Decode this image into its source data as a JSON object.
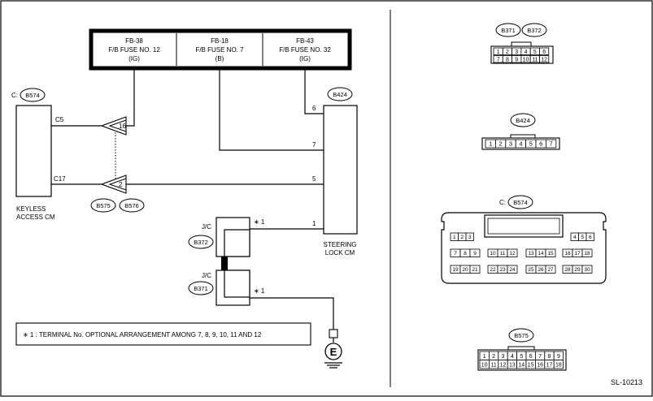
{
  "fuse_box": [
    {
      "id": "FB-38",
      "name": "F/B FUSE NO. 12",
      "type": "(IG)"
    },
    {
      "id": "FB-18",
      "name": "F/B FUSE NO. 7",
      "type": "(B)"
    },
    {
      "id": "FB-43",
      "name": "F/B FUSE NO. 32",
      "type": "(IG)"
    }
  ],
  "keyless": {
    "prefix": "C:",
    "connector": "B574",
    "label_line1": "KEYLESS",
    "label_line2": "ACCESS CM",
    "pin_c5": "C5",
    "pin_c17": "C17"
  },
  "junction": {
    "pin_16": "16",
    "pin_2": "2",
    "conn_a": "B575",
    "conn_b": "B576"
  },
  "steering": {
    "connector": "B424",
    "label_line1": "STEERING",
    "label_line2": "LOCK CM",
    "pins": [
      "6",
      "7",
      "5",
      "1"
    ]
  },
  "jc": {
    "label_top": "J/C",
    "conn_top": "B372",
    "label_bottom": "J/C",
    "conn_bottom": "B371",
    "mark": "∗ 1"
  },
  "ground_letter": "E",
  "note": "∗ 1 : TERMINAL No. OPTIONAL ARRANGEMENT AMONG 7, 8, 9, 10, 11 AND 12",
  "connectors_panel": {
    "b371_b372": {
      "labels": [
        "B371",
        "B372"
      ],
      "row1": [
        "1",
        "2",
        "3",
        "4",
        "5",
        "6"
      ],
      "row2": [
        "7",
        "8",
        "9",
        "10",
        "11",
        "12"
      ]
    },
    "b424": {
      "label": "B424",
      "row": [
        "1",
        "2",
        "3",
        "4",
        "5",
        "6",
        "7"
      ]
    },
    "b574": {
      "prefix": "C:",
      "label": "B574",
      "row1_left": [
        "1",
        "2",
        "3"
      ],
      "row1_right": [
        "4",
        "5",
        "6"
      ],
      "row2": [
        [
          "7",
          "8",
          "9"
        ],
        [
          "10",
          "11",
          "12"
        ],
        [
          "13",
          "14",
          "15"
        ],
        [
          "16",
          "17",
          "18"
        ]
      ],
      "row3": [
        [
          "19",
          "20",
          "21"
        ],
        [
          "22",
          "23",
          "24"
        ],
        [
          "25",
          "26",
          "27"
        ],
        [
          "28",
          "29",
          "30"
        ]
      ]
    },
    "b575": {
      "label": "B575",
      "row1": [
        "1",
        "2",
        "3",
        "4",
        "5",
        "6",
        "7",
        "8",
        "9"
      ],
      "row2": [
        "10",
        "11",
        "12",
        "13",
        "14",
        "15",
        "16",
        "17",
        "18"
      ]
    }
  },
  "figure_id": "SL-10213"
}
